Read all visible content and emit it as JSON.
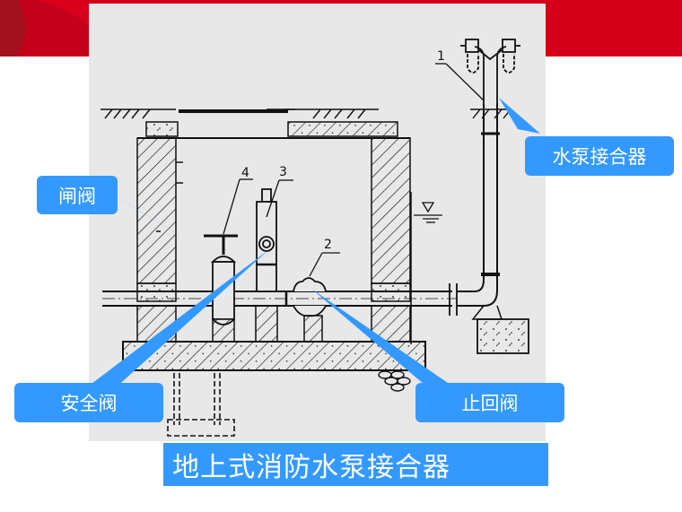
{
  "slide": {
    "banner_color": "#d4001a",
    "callout_color": "#3399ff"
  },
  "figure": {
    "part_numbers": [
      "1",
      "2",
      "3",
      "4"
    ]
  },
  "callouts": {
    "gate_valve": "闸阀",
    "safety_valve": "安全阀",
    "check_valve": "止回阀",
    "pump_connector": "水泵接合器"
  },
  "caption": "地上式消防水泵接合器"
}
